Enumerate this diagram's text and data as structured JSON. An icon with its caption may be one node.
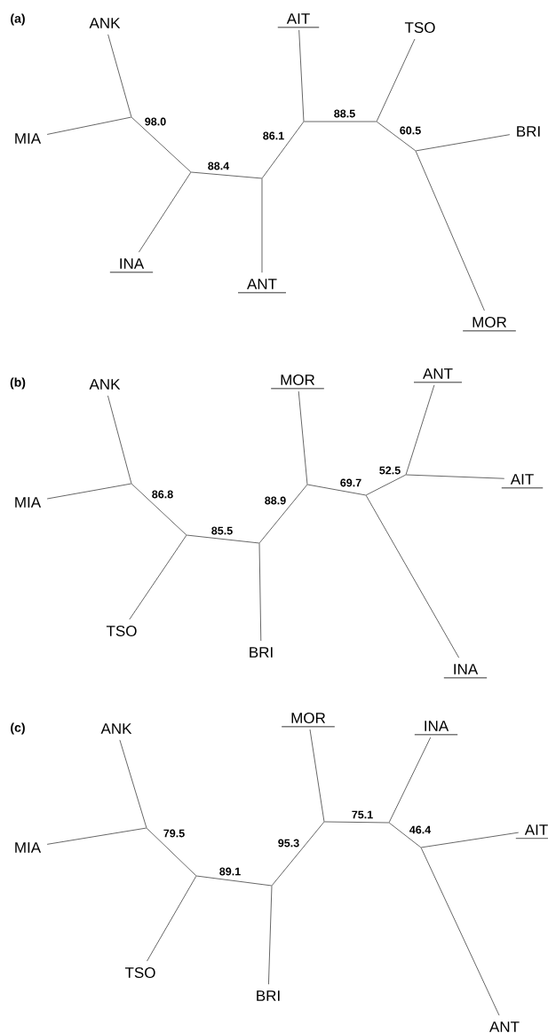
{
  "diagram": {
    "nodes": [
      {
        "text": [
          "ANK"
        ]
      },
      {
        "text": [
          "MIA"
        ]
      },
      {
        "text": [
          "INA"
        ]
      },
      {
        "text": [
          "ANT"
        ]
      },
      {
        "text": [
          "AIT"
        ]
      },
      {
        "text": [
          "TSO"
        ]
      },
      {
        "text": [
          "BRI"
        ]
      },
      {
        "text": [
          "MOR"
        ]
      },
      {
        "text": [],
        "shape": "point"
      },
      {
        "text": [],
        "shape": "point"
      },
      {
        "text": [],
        "shape": "point"
      },
      {
        "text": [],
        "shape": "point"
      },
      {
        "text": [],
        "shape": "point"
      },
      {
        "text": [],
        "shape": "point"
      },
      {
        "text": [
          "ANK"
        ]
      },
      {
        "text": [
          "MIA"
        ]
      },
      {
        "text": [
          "TSO"
        ]
      },
      {
        "text": [
          "BRI"
        ]
      },
      {
        "text": [
          "MOR"
        ]
      },
      {
        "text": [
          "ANT"
        ]
      },
      {
        "text": [
          "AIT"
        ]
      },
      {
        "text": [
          "INA"
        ]
      },
      {
        "text": [],
        "shape": "point"
      },
      {
        "text": [],
        "shape": "point"
      },
      {
        "text": [],
        "shape": "point"
      },
      {
        "text": [],
        "shape": "point"
      },
      {
        "text": [],
        "shape": "point"
      },
      {
        "text": [],
        "shape": "point"
      },
      {
        "text": [
          "ANK"
        ]
      },
      {
        "text": [
          "MIA"
        ]
      },
      {
        "text": [
          "TSO"
        ]
      },
      {
        "text": [
          "BRI"
        ]
      },
      {
        "text": [
          "MOR"
        ]
      },
      {
        "text": [
          "INA"
        ]
      },
      {
        "text": [
          "AIT"
        ]
      },
      {
        "text": [
          "ANT"
        ]
      },
      {
        "text": [],
        "shape": "point"
      },
      {
        "text": [],
        "shape": "point"
      },
      {
        "text": [],
        "shape": "point"
      },
      {
        "text": [],
        "shape": "point"
      },
      {
        "text": [],
        "shape": "point"
      },
      {
        "text": [],
        "shape": "point"
      }
    ],
    "edges": [
      {
        "from": 0,
        "to": 8,
        "arrow": "none"
      },
      {
        "from": 1,
        "to": 8,
        "arrow": "none"
      },
      {
        "from": 8,
        "to": 9,
        "arrow": "none",
        "label": "98.0"
      },
      {
        "from": 9,
        "to": 2,
        "arrow": "none"
      },
      {
        "from": 9,
        "to": 10,
        "arrow": "none",
        "label": "88.4"
      },
      {
        "from": 10,
        "to": 3,
        "arrow": "none"
      },
      {
        "from": 10,
        "to": 11,
        "arrow": "none",
        "label": "86.1"
      },
      {
        "from": 11,
        "to": 4,
        "arrow": "none"
      },
      {
        "from": 11,
        "to": 12,
        "arrow": "none",
        "label": "88.5"
      },
      {
        "from": 12,
        "to": 5,
        "arrow": "none"
      },
      {
        "from": 12,
        "to": 13,
        "arrow": "none",
        "label": "60.5"
      },
      {
        "from": 13,
        "to": 6,
        "arrow": "none"
      },
      {
        "from": 13,
        "to": 7,
        "arrow": "none"
      },
      {
        "from": 14,
        "to": 22,
        "arrow": "none"
      },
      {
        "from": 15,
        "to": 22,
        "arrow": "none"
      },
      {
        "from": 22,
        "to": 23,
        "arrow": "none",
        "label": "86.8"
      },
      {
        "from": 23,
        "to": 16,
        "arrow": "none"
      },
      {
        "from": 23,
        "to": 24,
        "arrow": "none",
        "label": "85.5"
      },
      {
        "from": 24,
        "to": 17,
        "arrow": "none"
      },
      {
        "from": 24,
        "to": 25,
        "arrow": "none",
        "label": "88.9"
      },
      {
        "from": 25,
        "to": 18,
        "arrow": "none"
      },
      {
        "from": 25,
        "to": 26,
        "arrow": "none",
        "label": "69.7"
      },
      {
        "from": 26,
        "to": 27,
        "arrow": "none",
        "label": "52.5"
      },
      {
        "from": 27,
        "to": 19,
        "arrow": "none"
      },
      {
        "from": 27,
        "to": 20,
        "arrow": "none"
      },
      {
        "from": 26,
        "to": 21,
        "arrow": "none"
      },
      {
        "from": 28,
        "to": 36,
        "arrow": "none"
      },
      {
        "from": 29,
        "to": 36,
        "arrow": "none"
      },
      {
        "from": 36,
        "to": 37,
        "arrow": "none",
        "label": "79.5"
      },
      {
        "from": 37,
        "to": 30,
        "arrow": "none"
      },
      {
        "from": 37,
        "to": 38,
        "arrow": "none",
        "label": "89.1"
      },
      {
        "from": 38,
        "to": 31,
        "arrow": "none"
      },
      {
        "from": 38,
        "to": 39,
        "arrow": "none",
        "label": "95.3"
      },
      {
        "from": 39,
        "to": 32,
        "arrow": "none"
      },
      {
        "from": 39,
        "to": 40,
        "arrow": "none",
        "label": "75.1"
      },
      {
        "from": 40,
        "to": 33,
        "arrow": "none"
      },
      {
        "from": 40,
        "to": 41,
        "arrow": "none",
        "label": "46.4"
      },
      {
        "from": 41,
        "to": 34,
        "arrow": "none"
      },
      {
        "from": 41,
        "to": 35,
        "arrow": "none"
      }
    ],
    "labels": [
      "(a)",
      "(b)",
      "(c)"
    ]
  }
}
